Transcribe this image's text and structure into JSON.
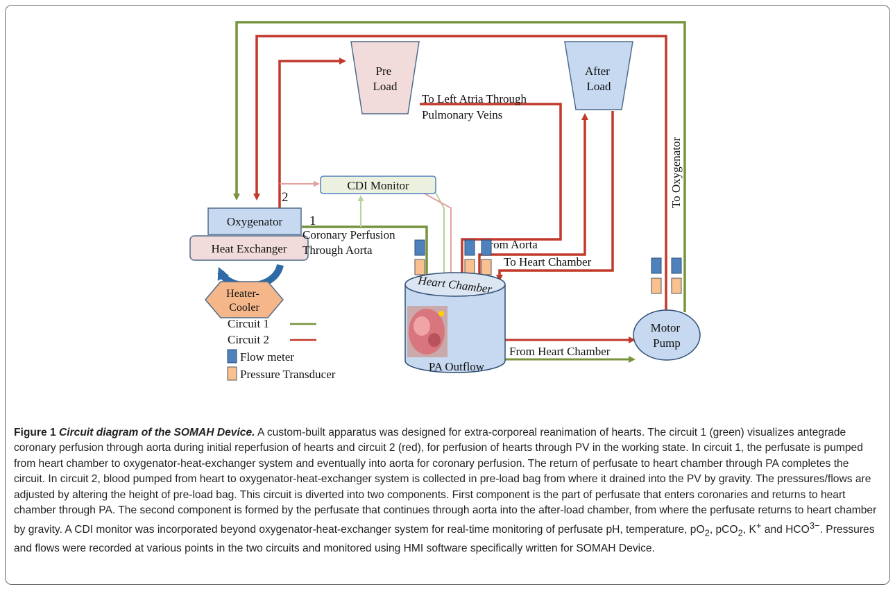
{
  "labels": {
    "pre_load": "Pre\nLoad",
    "after_load": "After\nLoad",
    "to_left_atria": "To Left Atria Through\nPulmonary Veins",
    "cdi_monitor": "CDI Monitor",
    "oxygenator": "Oxygenator",
    "heat_exchanger": "Heat Exchanger",
    "heater_cooler": "Heater-\nCooler",
    "num_2": "2",
    "num_1": "1",
    "coronary_perfusion": "Coronary Perfusion\nThrough Aorta",
    "from_aorta": "From Aorta",
    "to_heart_chamber": "To Heart Chamber",
    "to_oxygenator": "To Oxygenator",
    "heart_chamber": "Heart Chamber",
    "pa_outflow": "PA Outflow",
    "from_heart_chamber": "From Heart Chamber",
    "motor_pump": "Motor\nPump"
  },
  "legend": {
    "circuit1": "Circuit 1",
    "circuit2": "Circuit 2",
    "flow_meter": "Flow meter",
    "pressure_transducer": "Pressure Transducer"
  },
  "colors": {
    "green": "#77933c",
    "red": "#c0392b",
    "flow_meter": "#4f81bd",
    "pressure": "#f9c090",
    "box_blue_fill": "#c6d9f1",
    "box_pink_fill": "#f2dcdb",
    "box_orange_fill": "#f5b78a",
    "arrow_blue": "#2e6aa6",
    "cdi_fill": "#ebf1de"
  },
  "caption": {
    "fig_label": "Figure 1",
    "fig_title": "Circuit diagram of the SOMAH Device.",
    "text": " A custom-built apparatus was designed for extra-corporeal reanimation of hearts. The circuit 1 (green) visualizes antegrade coronary perfusion through aorta during initial reperfusion of hearts and circuit 2 (red), for perfusion of hearts through PV in the working state. In circuit 1, the perfusate is pumped from heart chamber to oxygenator-heat-exchanger system and eventually into aorta for coronary perfusion. The return of perfusate to heart chamber through PA completes the circuit. In circuit 2, blood pumped from heart to oxygenator-heat-exchanger system is collected in pre-load bag from where it drained into the PV by gravity. The pressures/flows are adjusted by altering the height of pre-load bag. This circuit is diverted into two components. First component is the part of perfusate that enters coronaries and returns to heart chamber through PA. The second component is formed by the perfusate that continues through aorta into the after-load chamber, from where the perfusate returns to heart chamber by gravity. A CDI monitor was incorporated beyond oxygenator-heat-exchanger system for real-time monitoring of perfusate pH, temperature, pO",
    "sub_2a": "2",
    "text_b": ", pCO",
    "sub_2b": "2",
    "text_c": ", K",
    "sup_plus": "+",
    "text_d": " and HCO",
    "sup_3": "3−",
    "text_e": ". Pressures and flows were recorded at various points in the two circuits and monitored using HMI software specifically written for SOMAH Device."
  }
}
